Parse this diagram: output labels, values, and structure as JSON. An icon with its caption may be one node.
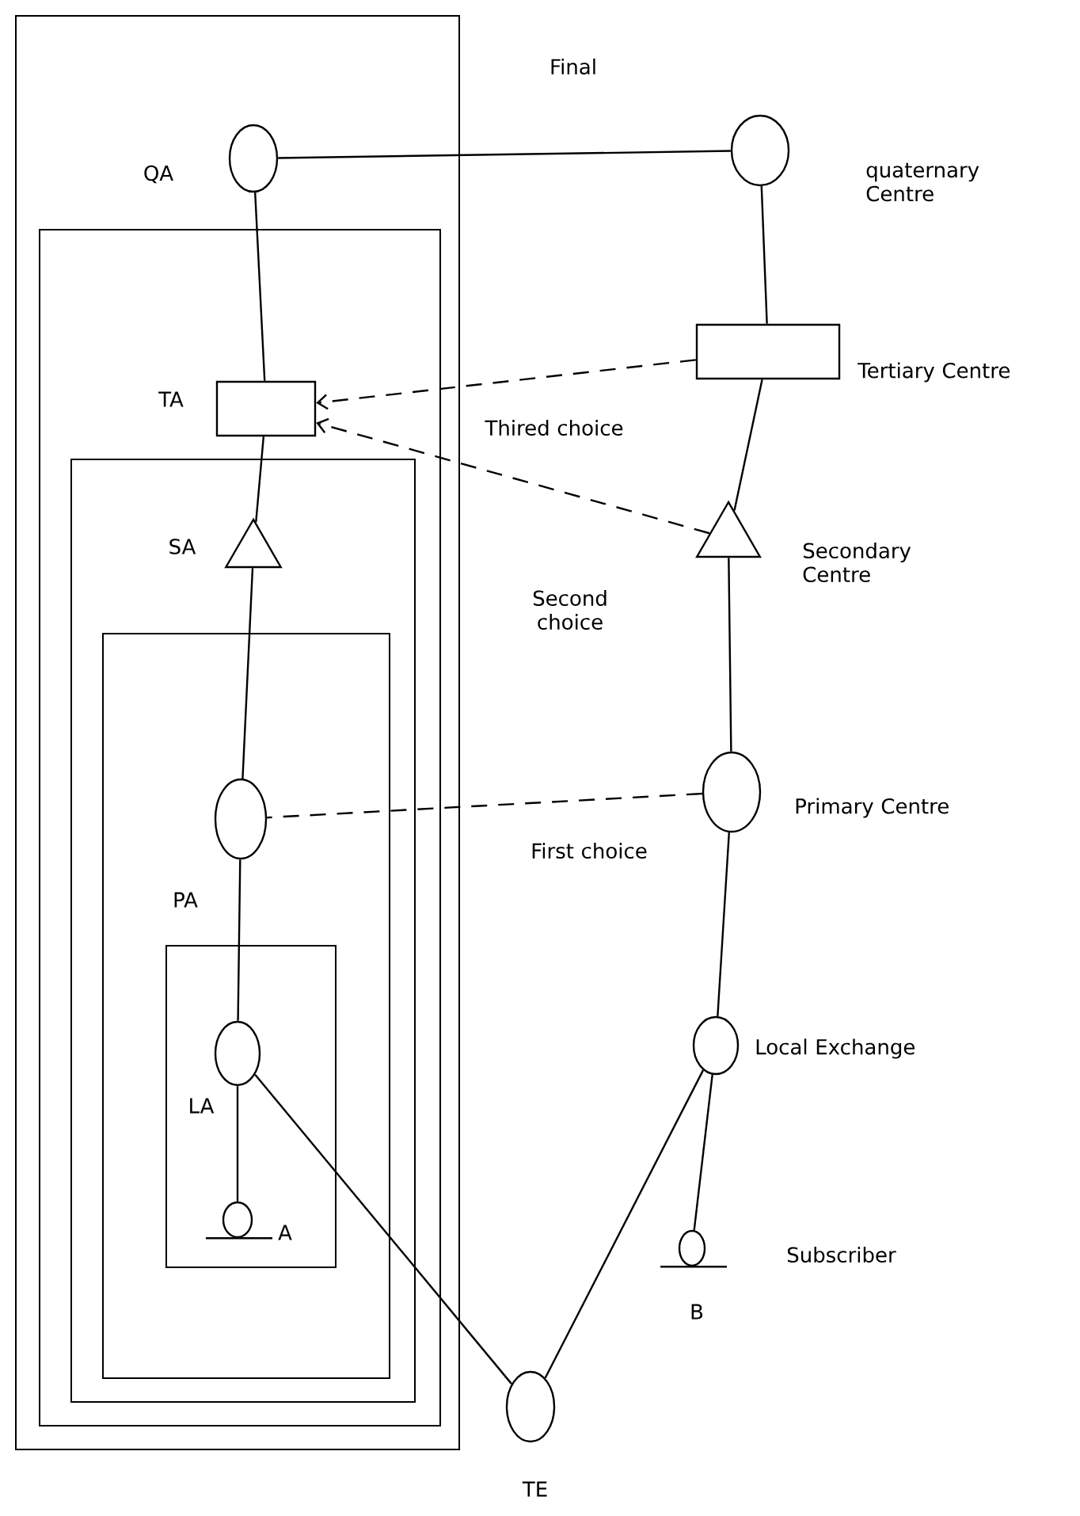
{
  "diagram": {
    "nodes": [
      {
        "text": [],
        "shape": "circle",
        "beside": [
          "QA"
        ]
      },
      {
        "text": [],
        "shape": "circle",
        "beside": [
          "quaternary Centre"
        ]
      },
      {
        "text": [],
        "shape": "box",
        "beside": [
          "TA"
        ]
      },
      {
        "text": [],
        "shape": "box",
        "beside": [
          "Tertiary Centre"
        ]
      },
      {
        "text": [],
        "shape": "triangle",
        "beside": [
          "SA"
        ]
      },
      {
        "text": [],
        "shape": "triangle",
        "beside": [
          "Secondary Centre"
        ]
      },
      {
        "text": [],
        "shape": "circle",
        "beside": [
          "PA"
        ]
      },
      {
        "text": [],
        "shape": "circle",
        "beside": [
          "Primary Centre"
        ]
      },
      {
        "text": [],
        "shape": "circle",
        "beside": [
          "LA"
        ]
      },
      {
        "text": [],
        "shape": "circle",
        "beside": [
          "Local Exchange"
        ]
      },
      {
        "text": [],
        "shape": "circle",
        "beside": [
          "A"
        ]
      },
      {
        "text": [],
        "shape": "circle",
        "beside": [
          "Subscriber",
          "B"
        ]
      },
      {
        "text": [],
        "shape": "circle",
        "beside": [
          "TE"
        ]
      }
    ],
    "edges": [
      {
        "from": 0,
        "to": 1,
        "arrow": "none",
        "label": "Final"
      },
      {
        "from": 0,
        "to": 2,
        "arrow": "none"
      },
      {
        "from": 2,
        "to": 4,
        "arrow": "none"
      },
      {
        "from": 4,
        "to": 6,
        "arrow": "none"
      },
      {
        "from": 6,
        "to": 8,
        "arrow": "none"
      },
      {
        "from": 8,
        "to": 10,
        "arrow": "none"
      },
      {
        "from": 1,
        "to": 3,
        "arrow": "none"
      },
      {
        "from": 3,
        "to": 5,
        "arrow": "none"
      },
      {
        "from": 5,
        "to": 7,
        "arrow": "none"
      },
      {
        "from": 7,
        "to": 9,
        "arrow": "none"
      },
      {
        "from": 9,
        "to": 11,
        "arrow": "none"
      },
      {
        "from": 3,
        "to": 2,
        "arrow": "to",
        "style": "dashed",
        "label": "Thired choice"
      },
      {
        "from": 5,
        "to": 2,
        "arrow": "to",
        "style": "dashed",
        "label": "Second choice"
      },
      {
        "from": 7,
        "to": 6,
        "arrow": "none",
        "style": "dashed",
        "label": "First choice"
      },
      {
        "from": 8,
        "to": 12,
        "arrow": "none"
      },
      {
        "from": 9,
        "to": 12,
        "arrow": "none"
      }
    ]
  }
}
